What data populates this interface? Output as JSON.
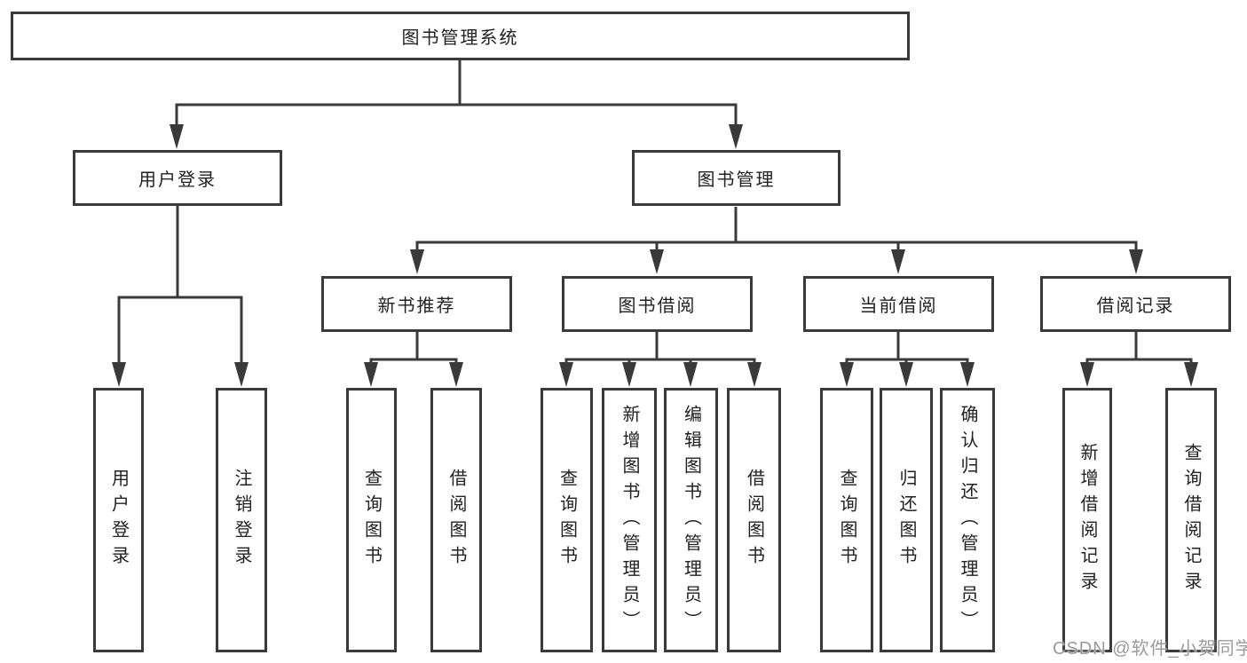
{
  "colors": {
    "line": "#3a3a3a",
    "box_border": "#3a3a3a",
    "text": "#222222",
    "watermark_text": "#9b9b9b",
    "background": "#ffffff"
  },
  "tree": {
    "label": "图书管理系统",
    "children": [
      {
        "label": "用户登录",
        "children": [
          {
            "label": "用户登录"
          },
          {
            "label": "注销登录"
          }
        ]
      },
      {
        "label": "图书管理",
        "children": [
          {
            "label": "新书推荐",
            "children": [
              {
                "label": "查询图书"
              },
              {
                "label": "借阅图书"
              }
            ]
          },
          {
            "label": "图书借阅",
            "children": [
              {
                "label": "查询图书"
              },
              {
                "label": "新增图书（管理员）"
              },
              {
                "label": "编辑图书（管理员）"
              },
              {
                "label": "借阅图书"
              }
            ]
          },
          {
            "label": "当前借阅",
            "children": [
              {
                "label": "查询图书"
              },
              {
                "label": "归还图书"
              },
              {
                "label": "确认归还（管理员）"
              }
            ]
          },
          {
            "label": "借阅记录",
            "children": [
              {
                "label": "新增借阅记录"
              },
              {
                "label": "查询借阅记录"
              }
            ]
          }
        ]
      }
    ]
  },
  "watermark": {
    "text": "CSDN @软件_小贺同学"
  }
}
